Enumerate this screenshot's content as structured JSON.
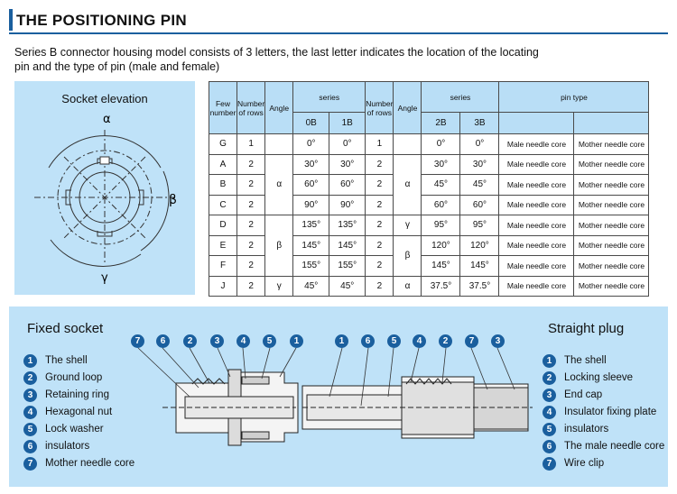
{
  "header": {
    "title": "THE POSITIONING PIN"
  },
  "intro": {
    "line1": "Series B connector housing model consists of 3 letters, the last letter indicates the location of the locating",
    "line2": "pin and the type of pin (male and female)"
  },
  "elevation": {
    "title": "Socket elevation",
    "alpha": "α",
    "beta": "β",
    "gamma": "γ"
  },
  "table": {
    "head": {
      "few_number": [
        "Few",
        "number"
      ],
      "rows_left": [
        "Number",
        "of rows"
      ],
      "angle_left": "Angle",
      "series_left": "series",
      "col_0b": "0B",
      "col_1b": "1B",
      "rows_right": [
        "Number",
        "of rows"
      ],
      "angle_right": "Angle",
      "series_right": "series",
      "col_2b": "2B",
      "col_3b": "3B",
      "pin_type": "pin type"
    },
    "rows": [
      {
        "letter": "G",
        "rows_l": "1",
        "v0b": "0°",
        "v1b": "0°",
        "rows_r": "1",
        "v2b": "0°",
        "v3b": "0°",
        "male": "Male needle core",
        "mother": "Mother needle core"
      },
      {
        "letter": "A",
        "rows_l": "2",
        "v0b": "30°",
        "v1b": "30°",
        "rows_r": "2",
        "v2b": "30°",
        "v3b": "30°",
        "male": "Male needle core",
        "mother": "Mother needle core"
      },
      {
        "letter": "B",
        "rows_l": "2",
        "v0b": "60°",
        "v1b": "60°",
        "rows_r": "2",
        "v2b": "45°",
        "v3b": "45°",
        "male": "Male needle core",
        "mother": "Mother needle core"
      },
      {
        "letter": "C",
        "rows_l": "2",
        "v0b": "90°",
        "v1b": "90°",
        "rows_r": "2",
        "v2b": "60°",
        "v3b": "60°",
        "male": "Male needle core",
        "mother": "Mother needle core"
      },
      {
        "letter": "D",
        "rows_l": "2",
        "v0b": "135°",
        "v1b": "135°",
        "rows_r": "2",
        "v2b": "95°",
        "v3b": "95°",
        "male": "Male needle core",
        "mother": "Mother needle core"
      },
      {
        "letter": "E",
        "rows_l": "2",
        "v0b": "145°",
        "v1b": "145°",
        "rows_r": "2",
        "v2b": "120°",
        "v3b": "120°",
        "male": "Male needle core",
        "mother": "Mother needle core"
      },
      {
        "letter": "F",
        "rows_l": "2",
        "v0b": "155°",
        "v1b": "155°",
        "rows_r": "2",
        "v2b": "145°",
        "v3b": "145°",
        "male": "Male needle core",
        "mother": "Mother needle core"
      },
      {
        "letter": "J",
        "rows_l": "2",
        "v0b": "45°",
        "v1b": "45°",
        "rows_r": "2",
        "v2b": "37.5°",
        "v3b": "37.5°",
        "male": "Male needle core",
        "mother": "Mother needle core"
      }
    ],
    "angle_left_groups": {
      "alpha": "α",
      "beta": "β",
      "gamma": "γ"
    },
    "angle_right_groups": {
      "alpha": "α",
      "gamma": "γ",
      "beta": "β",
      "alpha2": "α"
    }
  },
  "fixed_socket": {
    "title": "Fixed socket",
    "callouts": [
      "7",
      "6",
      "2",
      "3",
      "4",
      "5",
      "1"
    ],
    "items": [
      {
        "num": "1",
        "label": "The shell"
      },
      {
        "num": "2",
        "label": "Ground loop"
      },
      {
        "num": "3",
        "label": "Retaining ring"
      },
      {
        "num": "4",
        "label": "Hexagonal nut"
      },
      {
        "num": "5",
        "label": "Lock washer"
      },
      {
        "num": "6",
        "label": "insulators"
      },
      {
        "num": "7",
        "label": "Mother needle core"
      }
    ]
  },
  "straight_plug": {
    "title": "Straight plug",
    "callouts": [
      "1",
      "6",
      "5",
      "4",
      "2",
      "7",
      "3"
    ],
    "items": [
      {
        "num": "1",
        "label": "The shell"
      },
      {
        "num": "2",
        "label": "Locking sleeve"
      },
      {
        "num": "3",
        "label": "End cap"
      },
      {
        "num": "4",
        "label": "Insulator fixing plate"
      },
      {
        "num": "5",
        "label": "insulators"
      },
      {
        "num": "6",
        "label": "The male needle core"
      },
      {
        "num": "7",
        "label": "Wire clip"
      }
    ]
  },
  "colors": {
    "accent": "#1a5f9e",
    "panel": "#bfe2f8",
    "table_header": "#b9def6"
  }
}
